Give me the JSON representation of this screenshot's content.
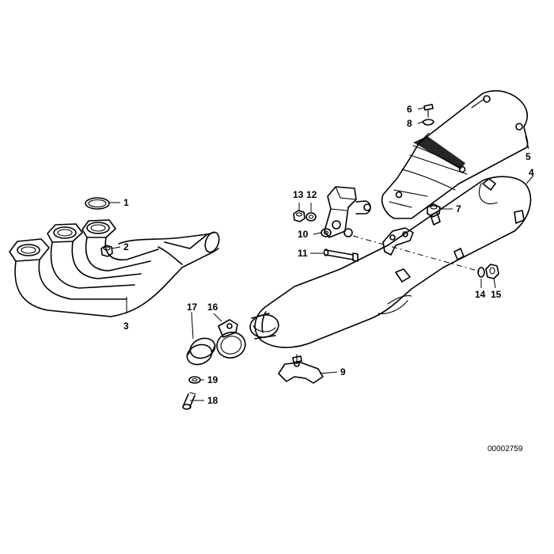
{
  "callouts": [
    {
      "id": "c1",
      "label": "1"
    },
    {
      "id": "c2",
      "label": "2"
    },
    {
      "id": "c3",
      "label": "3"
    },
    {
      "id": "c4",
      "label": "4"
    },
    {
      "id": "c5",
      "label": "5"
    },
    {
      "id": "c6",
      "label": "6"
    },
    {
      "id": "c7",
      "label": "7"
    },
    {
      "id": "c8",
      "label": "8"
    },
    {
      "id": "c9",
      "label": "9"
    },
    {
      "id": "c10",
      "label": "10"
    },
    {
      "id": "c11",
      "label": "11"
    },
    {
      "id": "c12",
      "label": "12"
    },
    {
      "id": "c13",
      "label": "13"
    },
    {
      "id": "c14",
      "label": "14"
    },
    {
      "id": "c15",
      "label": "15"
    },
    {
      "id": "c16",
      "label": "16"
    },
    {
      "id": "c17",
      "label": "17"
    },
    {
      "id": "c18",
      "label": "18"
    },
    {
      "id": "c19",
      "label": "19"
    }
  ],
  "reference_number": "00002759"
}
